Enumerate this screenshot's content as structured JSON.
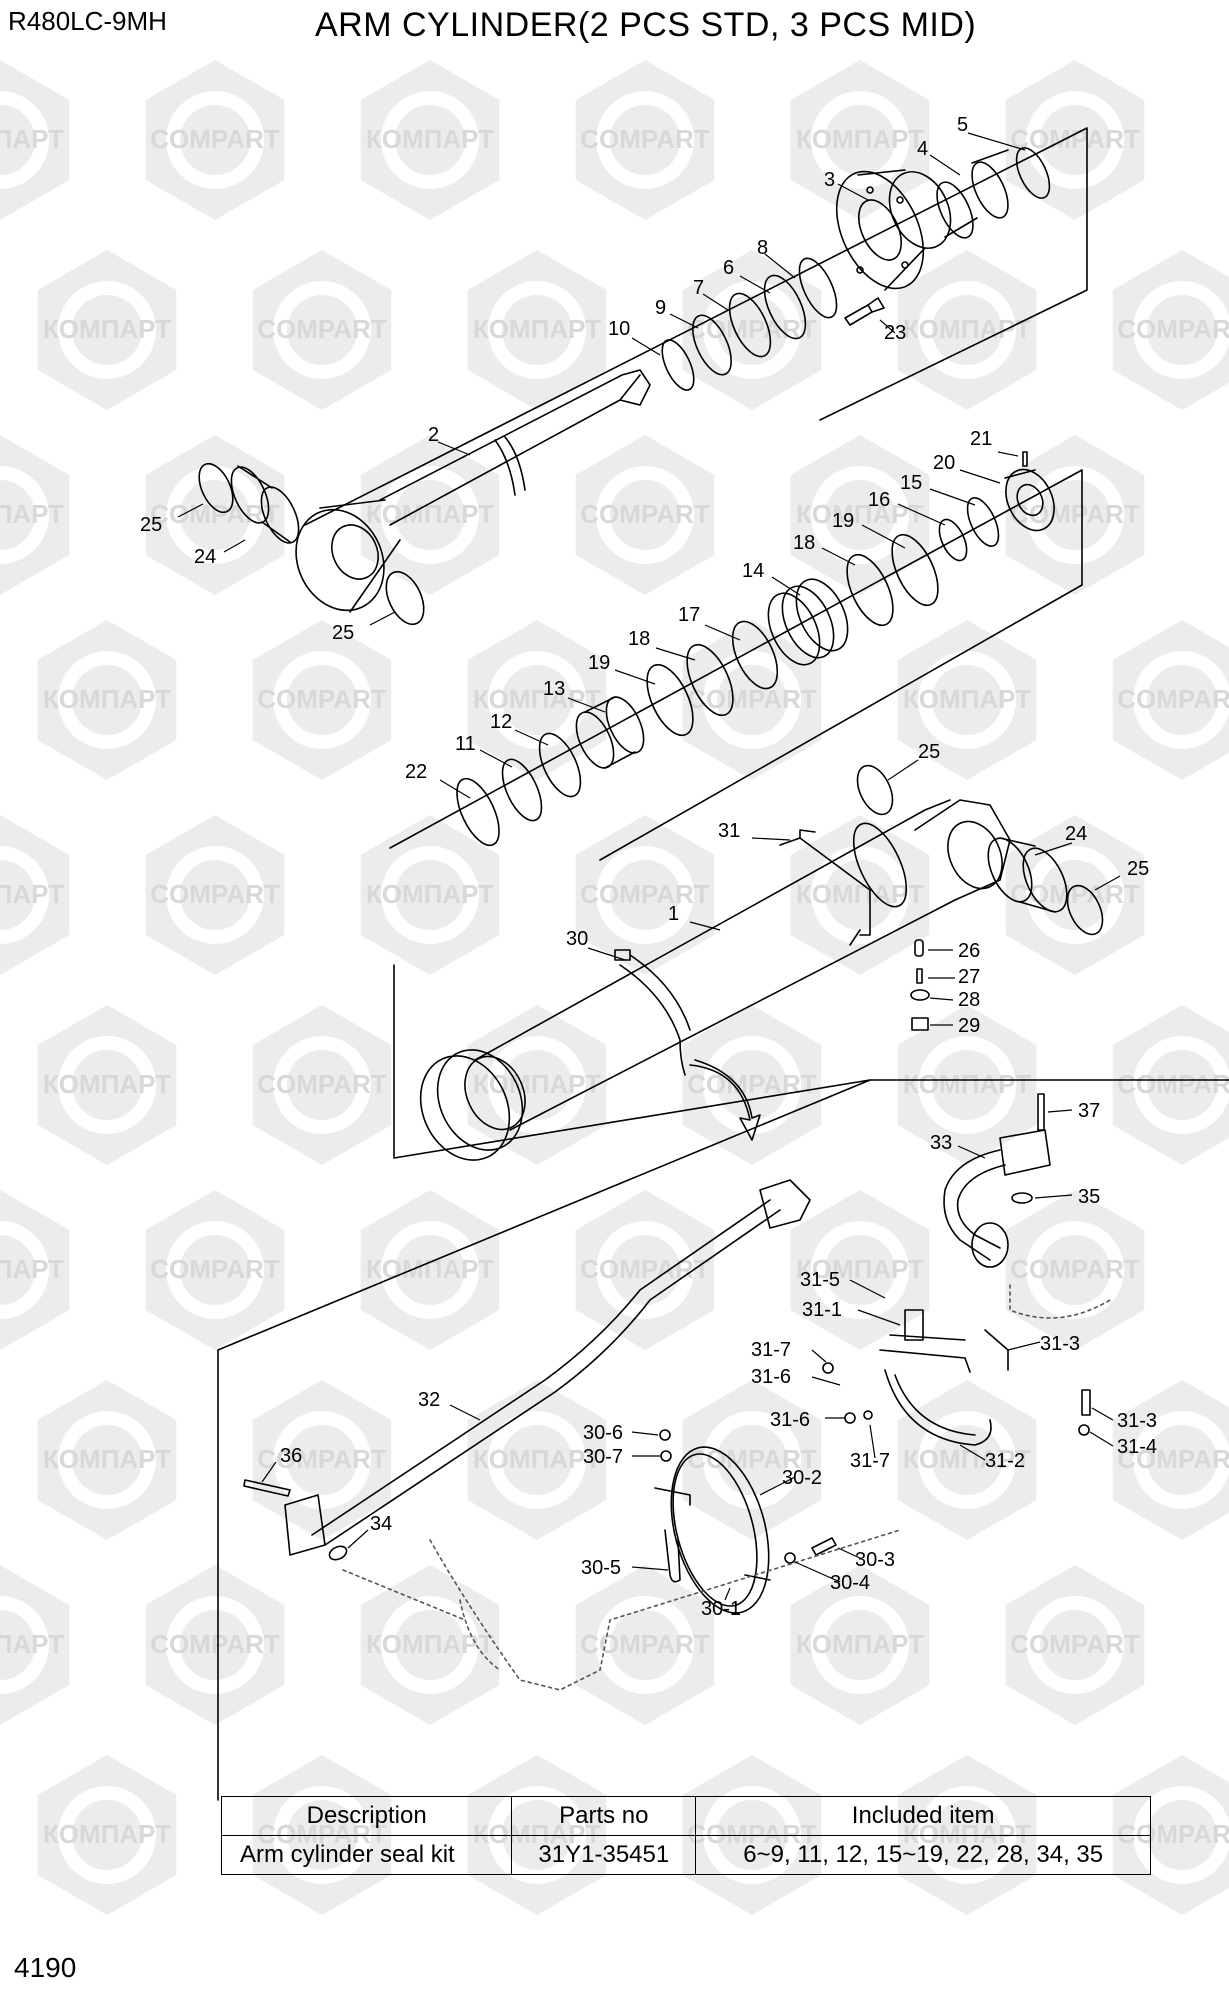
{
  "header": {
    "model": "R480LC-9MH",
    "title": "ARM CYLINDER(2 PCS STD, 3 PCS MID)"
  },
  "page_number": "4190",
  "watermark": {
    "text_cyrillic": "КОМПАРТ",
    "text_latin": "COMPART"
  },
  "part_labels": [
    "1",
    "2",
    "3",
    "4",
    "5",
    "6",
    "7",
    "8",
    "9",
    "10",
    "11",
    "12",
    "13",
    "14",
    "15",
    "16",
    "17",
    "18",
    "19",
    "20",
    "21",
    "22",
    "23",
    "24",
    "25",
    "26",
    "27",
    "28",
    "29",
    "30",
    "31",
    "32",
    "33",
    "34",
    "35",
    "36",
    "37",
    "30-1",
    "30-2",
    "30-3",
    "30-4",
    "30-5",
    "30-6",
    "30-7",
    "31-1",
    "31-2",
    "31-3",
    "31-4",
    "31-5",
    "31-6",
    "31-7"
  ],
  "kit_table": {
    "headers": [
      "Description",
      "Parts no",
      "Included item"
    ],
    "rows": [
      [
        "Arm cylinder seal kit",
        "31Y1-35451",
        "6~9, 11, 12, 15~19, 22, 28, 34, 35"
      ]
    ]
  }
}
